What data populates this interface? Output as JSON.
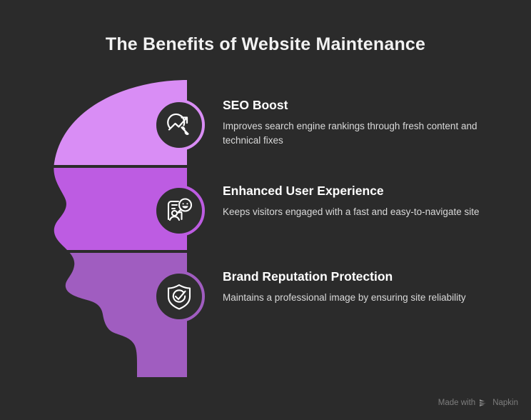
{
  "page": {
    "title": "The Benefits of Website Maintenance",
    "background_color": "#2b2b2b",
    "text_color": "#f2f2f2"
  },
  "illustration": {
    "name": "head-silhouette",
    "description": "Side profile of a human head divided into three horizontal colored bands",
    "bands": [
      {
        "label": "top-band",
        "color": "#d98df5"
      },
      {
        "label": "middle-band",
        "color": "#bd5ce2"
      },
      {
        "label": "bottom-band",
        "color": "#a05dc0"
      }
    ]
  },
  "benefits": [
    {
      "heading": "SEO Boost",
      "description": "Improves search engine rankings through fresh content and technical fixes",
      "icon": "search-trending-up-icon",
      "accent": "#d98df5"
    },
    {
      "heading": "Enhanced User Experience",
      "description": "Keeps visitors engaged with a fast and easy-to-navigate site",
      "icon": "user-smiley-screen-icon",
      "accent": "#bd5ce2"
    },
    {
      "heading": "Brand Reputation Protection",
      "description": "Maintains a professional image by ensuring site reliability",
      "icon": "shield-check-icon",
      "accent": "#a05dc0"
    }
  ],
  "watermark": {
    "prefix": "Made with",
    "brand": "Napkin",
    "logo": "napkin-chevron-logo"
  }
}
